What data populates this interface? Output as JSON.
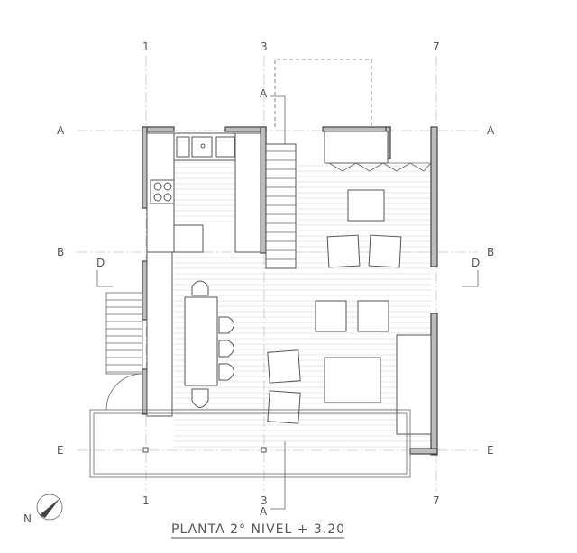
{
  "plan": {
    "title": "PLANTA 2° NIVEL + 3.20",
    "north_label": "N",
    "axes_columns": [
      "1",
      "3",
      "7"
    ],
    "axes_rows": [
      "A",
      "B",
      "E"
    ],
    "section_markers": [
      "A",
      "A",
      "D",
      "D"
    ]
  }
}
